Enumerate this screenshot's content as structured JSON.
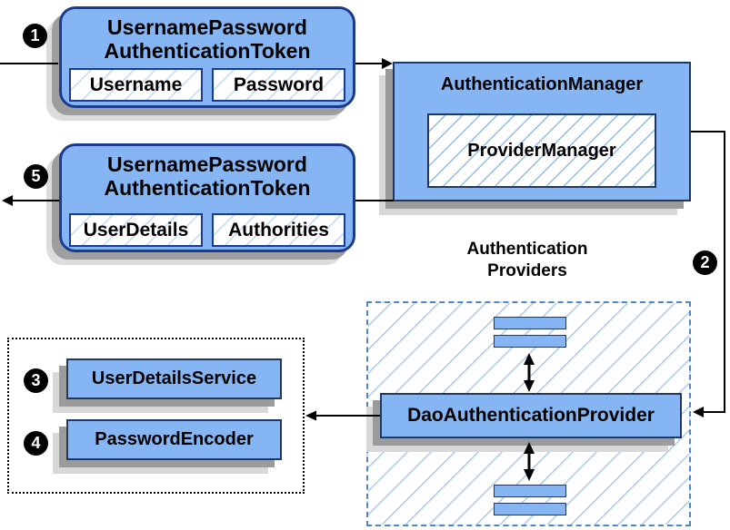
{
  "steps": {
    "s1": "1",
    "s2": "2",
    "s3": "3",
    "s4": "4",
    "s5": "5"
  },
  "request_token": {
    "title1": "UsernamePassword",
    "title2": "AuthenticationToken",
    "field1": "Username",
    "field2": "Password"
  },
  "authentication_manager": {
    "title": "AuthenticationManager",
    "provider_manager": "ProviderManager"
  },
  "result_token": {
    "title1": "UsernamePassword",
    "title2": "AuthenticationToken",
    "field1": "UserDetails",
    "field2": "Authorities"
  },
  "providers": {
    "label1": "Authentication",
    "label2": "Providers",
    "dao_provider": "DaoAuthenticationProvider"
  },
  "services": {
    "user_details_service": "UserDetailsService",
    "password_encoder": "PasswordEncoder"
  },
  "colors": {
    "node_fill": "#85B6F3",
    "node_border": "#1C3B8F",
    "rect_border": "#1F3864",
    "hatch_line": "#A8C9EE",
    "dashed_border": "#4E86C6",
    "shadow": "#9B9B9B",
    "connector": "#000000"
  }
}
